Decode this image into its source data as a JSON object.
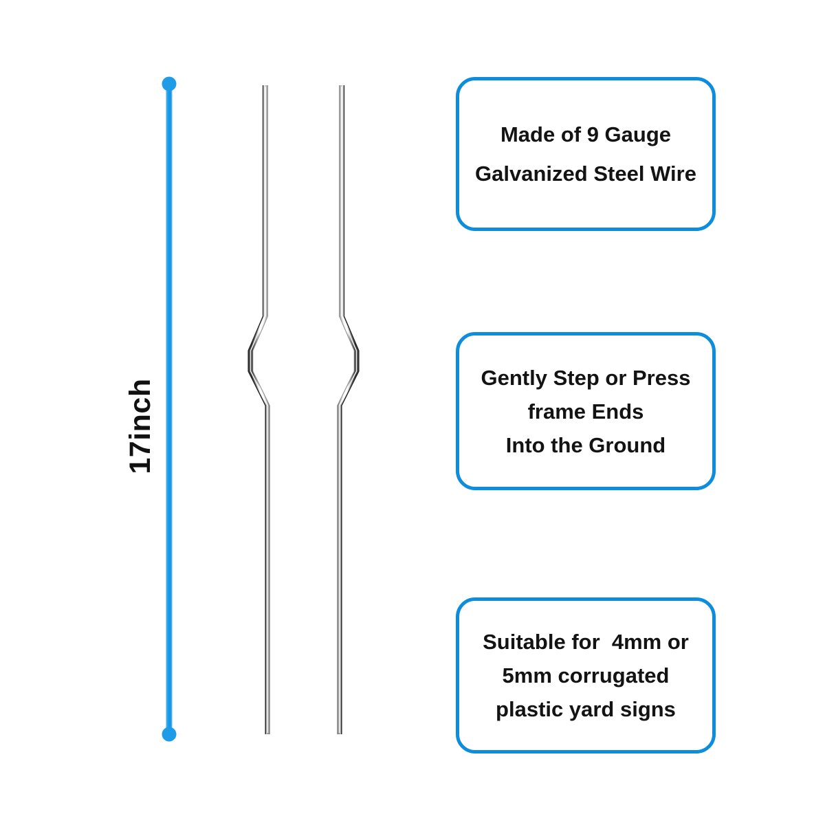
{
  "background_color": "#ffffff",
  "accent_color": "#0d8ddb",
  "text_color": "#131313",
  "dimension": {
    "label": "17inch",
    "orientation": "vertical",
    "endpoint_style": "round-dot",
    "line_color": "#1e9ce8"
  },
  "product": {
    "name": "wire-sign-stake",
    "material_color": "#8f8f8f",
    "legs": 2,
    "bend_style": "mirrored-zigzag-kink"
  },
  "callouts": [
    {
      "id": "material",
      "lines": [
        "Made of 9 Gauge",
        "Galvanized Steel Wire"
      ]
    },
    {
      "id": "installation",
      "lines": [
        "Gently Step or Press",
        "frame Ends",
        "Into the Ground"
      ]
    },
    {
      "id": "compatibility",
      "lines": [
        "Suitable for  4mm or",
        "5mm corrugated",
        "plastic yard signs"
      ]
    }
  ]
}
